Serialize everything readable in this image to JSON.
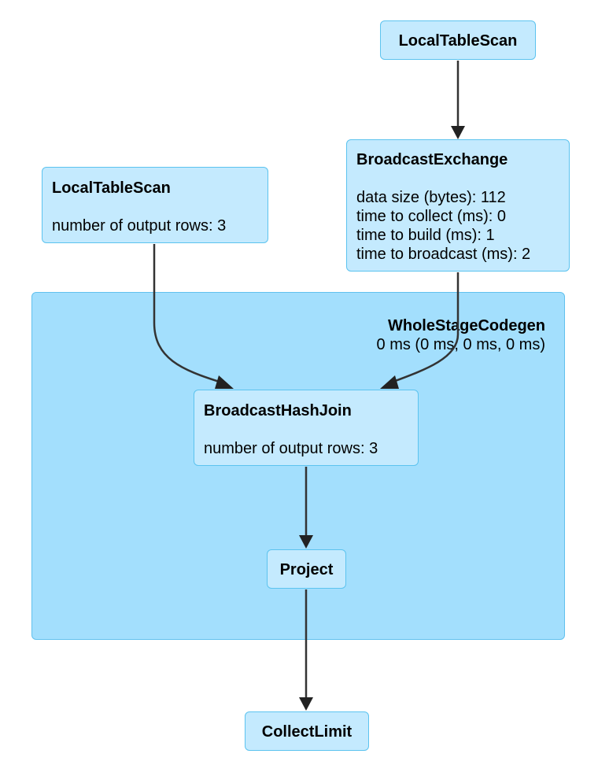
{
  "cluster": {
    "title": "WholeStageCodegen",
    "timing": "0 ms (0 ms, 0 ms, 0 ms)"
  },
  "nodes": {
    "local_table_scan_top": {
      "title": "LocalTableScan"
    },
    "broadcast_exchange": {
      "title": "BroadcastExchange",
      "metrics": [
        "data size (bytes): 112",
        "time to collect (ms): 0",
        "time to build (ms): 1",
        "time to broadcast (ms): 2"
      ]
    },
    "local_table_scan_left": {
      "title": "LocalTableScan",
      "metrics": [
        "number of output rows: 3"
      ]
    },
    "broadcast_hash_join": {
      "title": "BroadcastHashJoin",
      "metrics": [
        "number of output rows: 3"
      ]
    },
    "project": {
      "title": "Project"
    },
    "collect_limit": {
      "title": "CollectLimit"
    }
  },
  "edges": [
    {
      "from": "LocalTableScan",
      "to": "BroadcastExchange"
    },
    {
      "from": "LocalTableScan",
      "to": "BroadcastHashJoin"
    },
    {
      "from": "BroadcastExchange",
      "to": "BroadcastHashJoin"
    },
    {
      "from": "BroadcastHashJoin",
      "to": "Project"
    },
    {
      "from": "Project",
      "to": "CollectLimit"
    }
  ],
  "colors": {
    "node_fill": "#c4eafe",
    "node_border": "#5cc3ef",
    "cluster_fill": "#a3dffd",
    "cluster_border": "#62c1ee",
    "edge": "#333333"
  }
}
